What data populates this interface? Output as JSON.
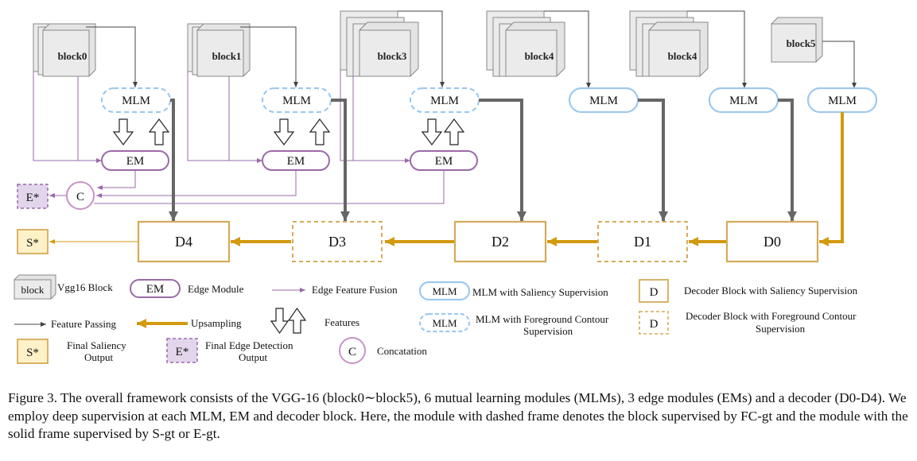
{
  "blocks": {
    "b0": "block0",
    "b1": "block1",
    "b3": "block3",
    "b4a": "block4",
    "b4b": "block4",
    "b5": "block5"
  },
  "mlm_label": "MLM",
  "em_label": "EM",
  "concat_label": "C",
  "decoders": {
    "d4": "D4",
    "d3": "D3",
    "d2": "D2",
    "d1": "D1",
    "d0": "D0"
  },
  "outputs": {
    "saliency": "S*",
    "edge": "E*"
  },
  "legend": {
    "block_icon_text": "block",
    "vgg_block": "Vgg16 Block",
    "em_icon_text": "EM",
    "edge_module": "Edge Module",
    "edge_feature_fusion": "Edge Feature Fusion",
    "mlm_icon_text": "MLM",
    "mlm_saliency": "MLM with Saliency Supervision",
    "decoder_icon_text": "D",
    "decoder_saliency": "Decoder Block with Saliency Supervision",
    "feature_passing": "Feature Passing",
    "upsampling": "Upsampling",
    "features": "Features",
    "mlm_fc_line1": "MLM with Foreground Contour",
    "mlm_fc_line2": "Supervision",
    "decoder_fc_line1": "Decoder Block with Foreground Contour",
    "decoder_fc_line2": "Supervision",
    "saliency_icon_text": "S*",
    "final_saliency_line1": "Final Saliency",
    "final_saliency_line2": "Output",
    "edge_icon_text": "E*",
    "final_edge_line1": "Final Edge Detection",
    "final_edge_line2": "Output",
    "concat_icon_text": "C",
    "concatenation": "Concatation"
  },
  "caption": "Figure 3. The overall framework consists of the VGG-16 (block0∼block5), 6 mutual learning modules (MLMs), 3 edge modules (EMs) and a decoder (D0-D4). We employ deep supervision at each MLM, EM and decoder block. Here, the module with dashed frame denotes the block supervised by FC-gt and the module with the solid frame supervised by S-gt or E-gt.",
  "colors": {
    "mlm_blue": "#9ec9ee",
    "em_purple": "#9a6aa8",
    "decoder_gold": "#d4ab5a",
    "upsample_gold": "#d39a10",
    "feature_gray": "#666666",
    "output_fill": "#fdf1c8",
    "edge_fill": "#e3d6ec",
    "block_fill": "#ebebeb"
  }
}
